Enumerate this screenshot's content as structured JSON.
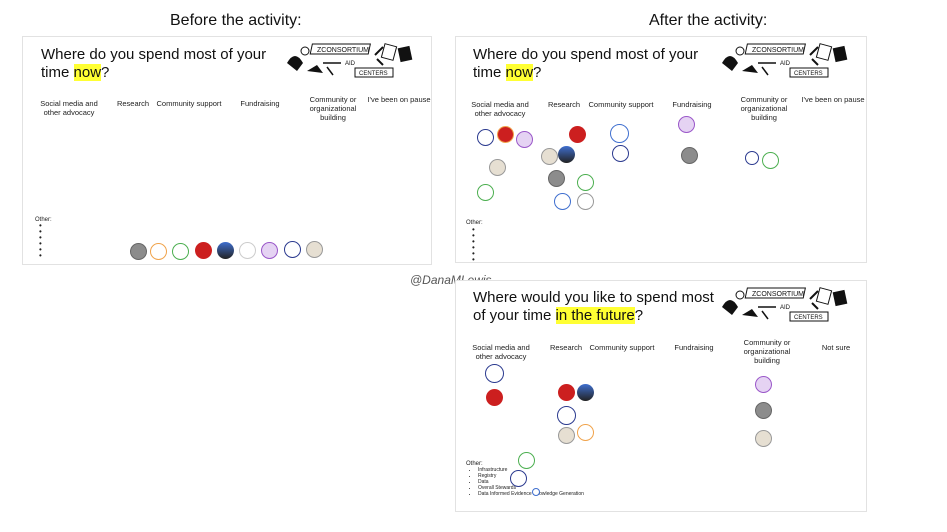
{
  "headings": {
    "before": "Before the activity:",
    "after": "After the activity:"
  },
  "watermark": "@DanaMLewis",
  "panel_now": {
    "question_pre": "Where do you spend most of your time ",
    "question_hl": "now",
    "question_post": "?",
    "columns": [
      "Social media and other advocacy",
      "Research",
      "Community support",
      "Fundraising",
      "Community or organizational building",
      "I've been on pause"
    ],
    "other_label": "Other:"
  },
  "panel_future": {
    "question_pre": "Where would you like to spend most of your time ",
    "question_hl": "in the future",
    "question_post": "?",
    "columns": [
      "Social media and other advocacy",
      "Research",
      "Community support",
      "Fundraising",
      "Community or organizational building",
      "Not sure"
    ],
    "other_label": "Other:",
    "other_items": [
      "Infrastructure",
      "Registry",
      "Data",
      "Overall Stewards",
      "Data Informed Evidence Knowledge Generation"
    ]
  },
  "logo_text": {
    "consortium": "ZCONSORTIUM",
    "aid": "AID",
    "centers": "CENTERS"
  },
  "avatar_colors": {
    "gray": "#8c8c8c",
    "red": "#cc1f1f",
    "purple": "#9a57c9",
    "green": "#4caf50",
    "blue": "#3f6fcf",
    "navy": "#2b3a8f",
    "orange": "#f0a34b",
    "dark": "#222222"
  }
}
